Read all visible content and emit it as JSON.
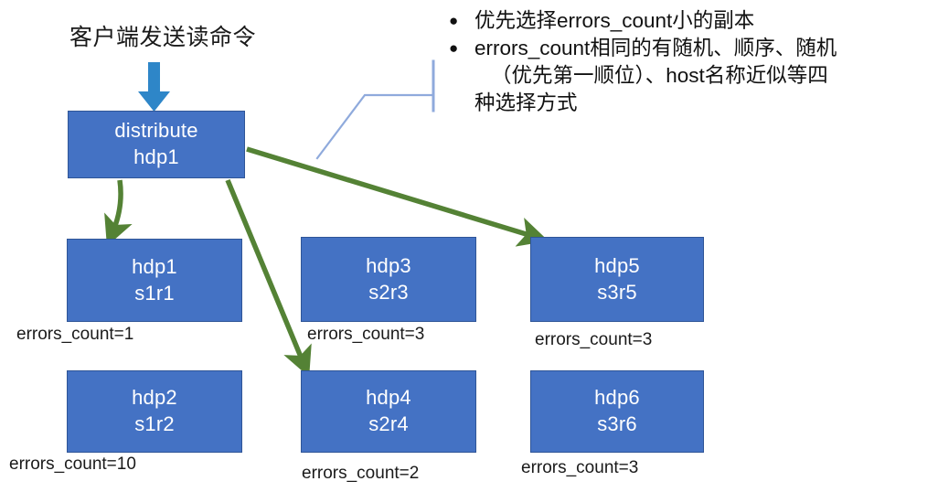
{
  "heading": "客户端发送读命令",
  "bullets": [
    {
      "lines": [
        "优先选择errors_count小的副本"
      ]
    },
    {
      "lines": [
        "errors_count相同的有随机、顺序、随机",
        "（优先第一顺位）、host名称近似等四",
        "种选择方式"
      ]
    }
  ],
  "colors": {
    "node_fill": "#4472C4",
    "node_border": "#2F5597",
    "node_text": "#FFFFFF",
    "flow_arrow": "#548235",
    "input_arrow": "#2E86C8",
    "callout_line": "#8FAADC",
    "caption_text": "#1A1A1A"
  },
  "nodes": {
    "root": {
      "line1": "distribute",
      "line2": "hdp1"
    },
    "replicas": [
      {
        "line1": "hdp1",
        "line2": "s1r1",
        "caption": "errors_count=1"
      },
      {
        "line1": "hdp3",
        "line2": "s2r3",
        "caption": "errors_count=3"
      },
      {
        "line1": "hdp5",
        "line2": "s3r5",
        "caption": "errors_count=3"
      },
      {
        "line1": "hdp2",
        "line2": "s1r2",
        "caption": "errors_count=10"
      },
      {
        "line1": "hdp4",
        "line2": "s2r4",
        "caption": "errors_count=2"
      },
      {
        "line1": "hdp6",
        "line2": "s3r6",
        "caption": "errors_count=3"
      }
    ]
  },
  "icons": {
    "input_arrow": "down-arrow-icon",
    "flow_arrow": "arrow-icon",
    "callout": "callout-leader-line-icon",
    "bullet": "bullet-dot-icon"
  }
}
